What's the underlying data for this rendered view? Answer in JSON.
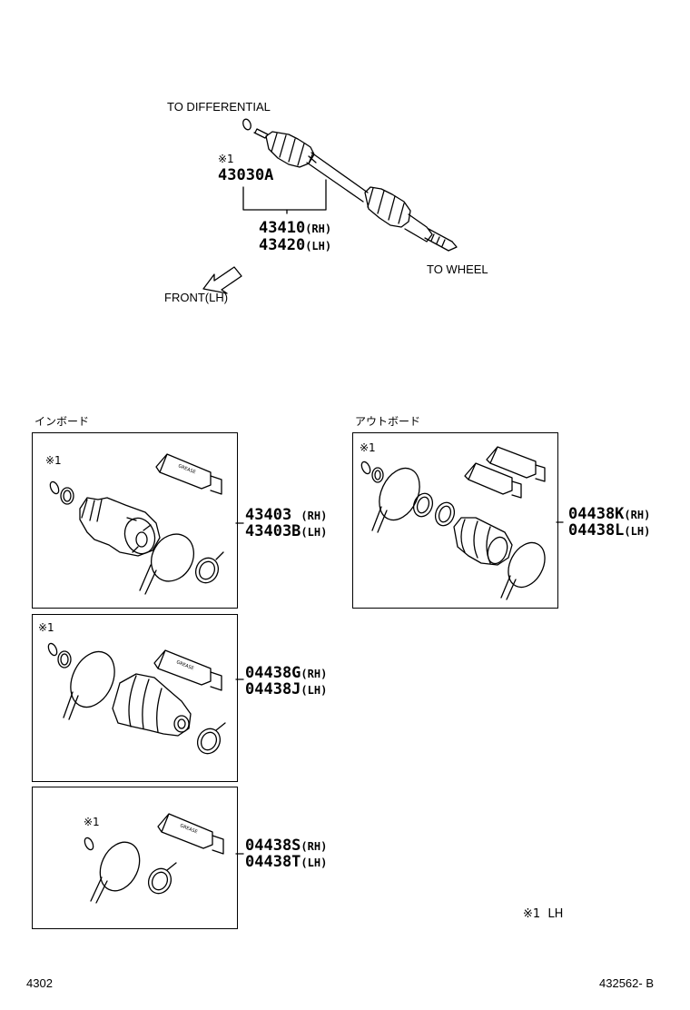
{
  "top": {
    "to_differential": "TO DIFFERENTIAL",
    "to_wheel": "TO WHEEL",
    "front": "FRONT(LH)",
    "note_mark": "※1",
    "part_assembly": "43030A",
    "shaft_rh": {
      "num": "43410",
      "side": "(RH)"
    },
    "shaft_lh": {
      "num": "43420",
      "side": "(LH)"
    }
  },
  "inboard": {
    "heading": "インボード",
    "kit1": {
      "mark": "※1",
      "rh": {
        "num": "43403 ",
        "side": "(RH)"
      },
      "lh": {
        "num": "43403B",
        "side": "(LH)"
      }
    },
    "kit2": {
      "mark": "※1",
      "rh": {
        "num": "04438G",
        "side": "(RH)"
      },
      "lh": {
        "num": "04438J",
        "side": "(LH)"
      }
    },
    "kit3": {
      "mark": "※1",
      "rh": {
        "num": "04438S",
        "side": "(RH)"
      },
      "lh": {
        "num": "04438T",
        "side": "(LH)"
      }
    }
  },
  "outboard": {
    "heading": "アウトボード",
    "kit": {
      "mark": "※1",
      "rh": {
        "num": "04438K",
        "side": "(RH)"
      },
      "lh": {
        "num": "04438L",
        "side": "(LH)"
      }
    }
  },
  "note": "※1  LH",
  "footer": {
    "left": "4302",
    "right": "432562- B"
  }
}
